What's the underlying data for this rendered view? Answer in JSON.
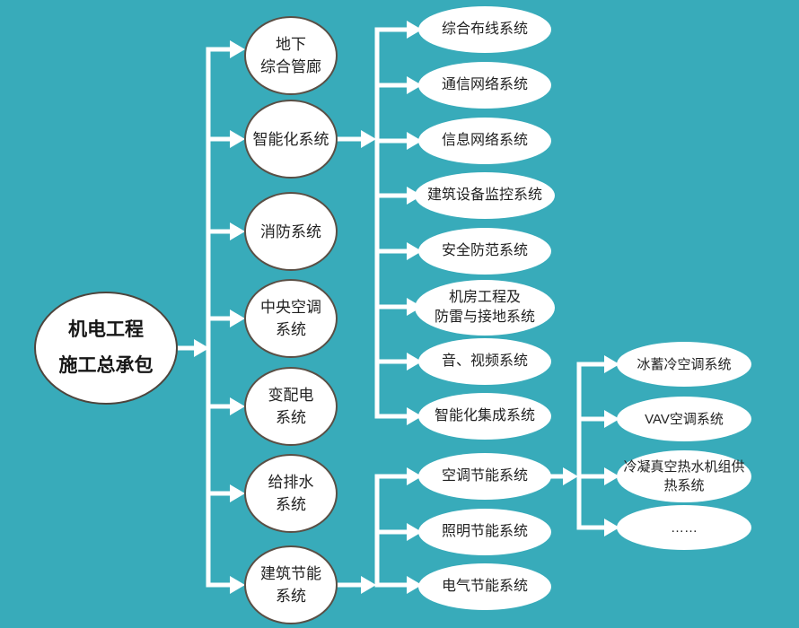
{
  "colors": {
    "background": "#38abba",
    "node_fill": "#ffffff",
    "node_border_dark": "#5a4f45",
    "connector": "#ffffff",
    "text": "#222222"
  },
  "root": {
    "label": "机电工程\n施工总承包"
  },
  "level2": [
    {
      "label": "地下\n综合管廊"
    },
    {
      "label": "智能化系统"
    },
    {
      "label": "消防系统"
    },
    {
      "label": "中央空调\n系统"
    },
    {
      "label": "变配电\n系统"
    },
    {
      "label": "给排水\n系统"
    },
    {
      "label": "建筑节能\n系统"
    }
  ],
  "intelligent_subsystems": [
    {
      "label": "综合布线系统"
    },
    {
      "label": "通信网络系统"
    },
    {
      "label": "信息网络系统"
    },
    {
      "label": "建筑设备监控系统"
    },
    {
      "label": "安全防范系统"
    },
    {
      "label": "机房工程及\n防雷与接地系统"
    },
    {
      "label": "音、视频系统"
    },
    {
      "label": "智能化集成系统"
    }
  ],
  "energy_saving_subsystems": [
    {
      "label": "空调节能系统"
    },
    {
      "label": "照明节能系统"
    },
    {
      "label": "电气节能系统"
    }
  ],
  "hvac_energy_saving_subsystems": [
    {
      "label": "冰蓄冷空调系统"
    },
    {
      "label": "VAV空调系统"
    },
    {
      "label": "冷凝真空热水机组供\n热系统"
    },
    {
      "label": "……"
    }
  ]
}
